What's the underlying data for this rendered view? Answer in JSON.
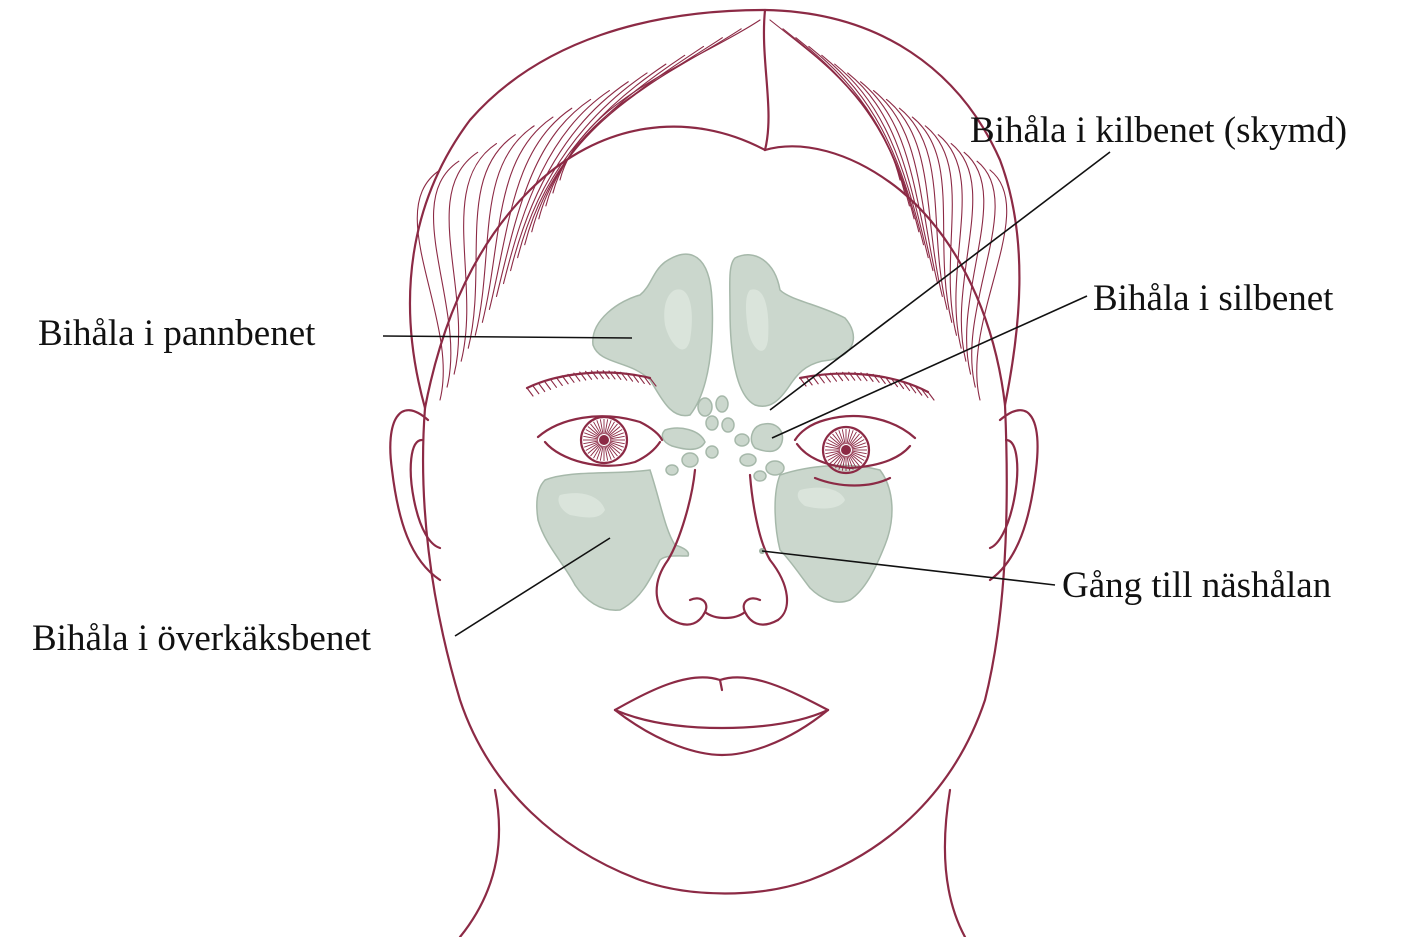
{
  "labels": {
    "frontal": "Bihåla i pannbenet",
    "sphenoid": "Bihåla i kilbenet (skymd)",
    "ethmoid": "Bihåla i silbenet",
    "nasal_duct": "Gång till näshålan",
    "maxillary": "Bihåla i överkäksbenet"
  },
  "colors": {
    "outline": "#8c2a45",
    "sinus_fill": "#c7d4c9",
    "leader_line": "#111111",
    "background": "#ffffff"
  }
}
